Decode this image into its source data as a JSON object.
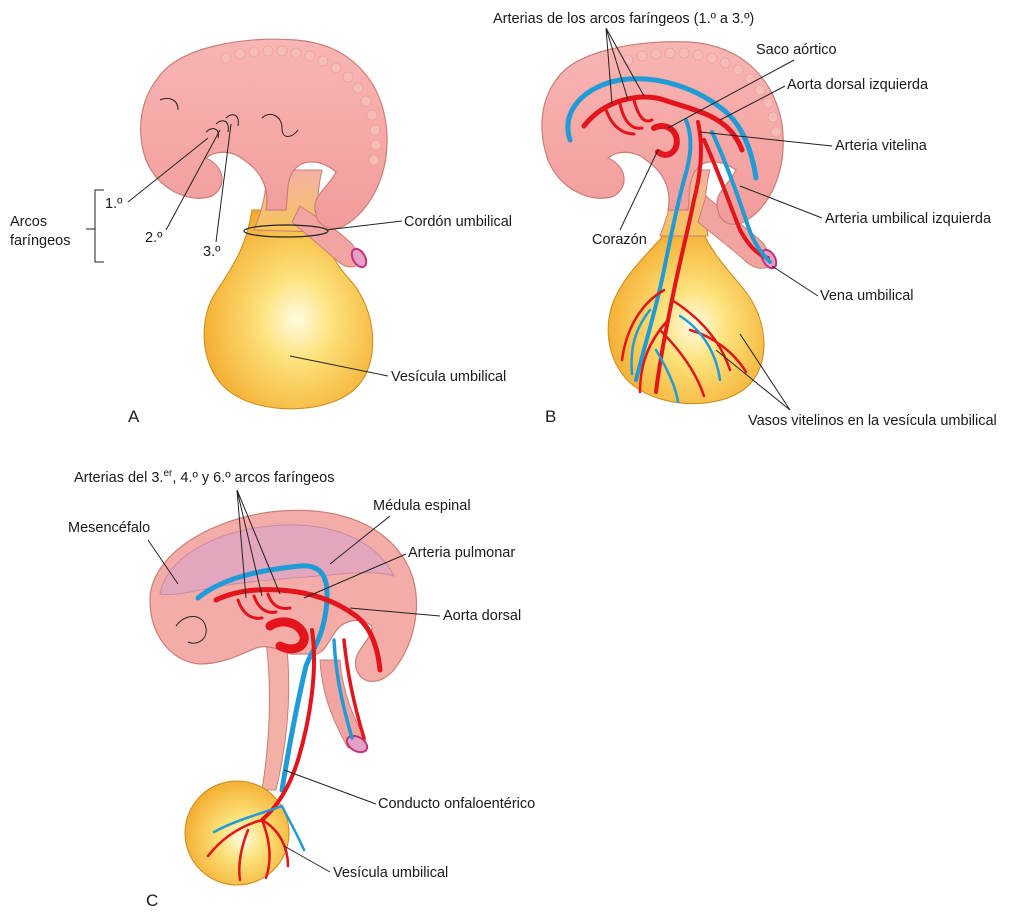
{
  "panels": {
    "a": {
      "letter": "A",
      "labels": {
        "arcos_line1": "Arcos",
        "arcos_line2": "faríngeos",
        "arch1": "1.º",
        "arch2": "2.º",
        "arch3": "3.º",
        "cordon": "Cordón umbilical",
        "vesicula": "Vesícula umbilical"
      }
    },
    "b": {
      "letter": "B",
      "labels": {
        "arterias_arcos": "Arterias de los arcos faríngeos (1.º a 3.º)",
        "saco": "Saco aórtico",
        "aorta_izq": "Aorta dorsal izquierda",
        "vitelina": "Arteria vitelina",
        "umb_izq": "Arteria umbilical izquierda",
        "corazon": "Corazón",
        "vena_umb": "Vena umbilical",
        "vasos": "Vasos vitelinos en la vesícula umbilical"
      }
    },
    "c": {
      "letter": "C",
      "labels": {
        "arterias_pre": "Arterias del 3.",
        "arterias_sup": "er",
        "arterias_post": ", 4.º y 6.º arcos faríngeos",
        "medula": "Médula espinal",
        "mesencefalo": "Mesencéfalo",
        "pulmonar": "Arteria pulmonar",
        "aorta": "Aorta dorsal",
        "conducto": "Conducto onfaloentérico",
        "vesicula": "Vesícula umbilical"
      }
    }
  },
  "colors": {
    "embryo_pink": "#f4a9a8",
    "embryo_pink_dark": "#d98c8c",
    "neural_purple": "#e2a7bf",
    "yolk_yellow": "#f7c23e",
    "yolk_light": "#fff6c8",
    "artery_red": "#e3141b",
    "vein_blue": "#1f9bd7",
    "cord_magenta": "#c2337a"
  }
}
